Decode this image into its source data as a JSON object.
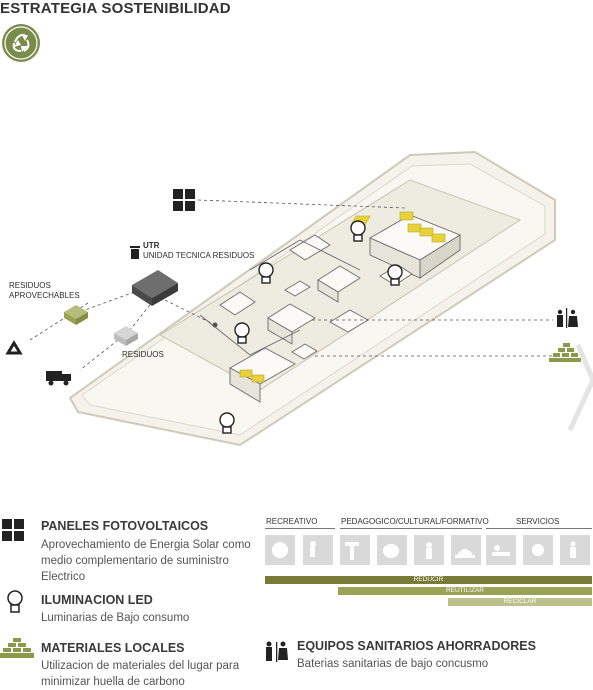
{
  "header": {
    "title": "ESTRATEGIA SOSTENIBILIDAD"
  },
  "diagram": {
    "utr_label": "UTR",
    "utr_sub": "UNIDAD TECNICA RESIDUOS",
    "residuos_aprov_1": "RESIDUOS",
    "residuos_aprov_2": "APROVECHABLES",
    "residuos": "RESIDUOS"
  },
  "legend": [
    {
      "title": "PANELES FOTOVOLTAICOS",
      "desc": [
        "Aprovechamiento de Energia Solar como",
        "medio complementario de suministro",
        "Electrico"
      ]
    },
    {
      "title": "ILUMINACION LED",
      "desc": [
        "Luminarias de Bajo consumo"
      ]
    },
    {
      "title": "MATERIALES LOCALES",
      "desc": [
        "Utilizacion de materiales del lugar para",
        "minimizar huella de carbono"
      ]
    },
    {
      "title": "EQUIPOS SANITARIOS AHORRADORES",
      "desc": [
        "Baterias sanitarias de bajo concusmo"
      ]
    }
  ],
  "categories": {
    "recreativo": "RECREATIVO",
    "pedagogico": "PEDAGOGICO/CULTURAL/FORMATIVO",
    "servicios": "SERVICIOS"
  },
  "bars": {
    "reducir": "REDUCIR",
    "reutilizar": "REUTILIZAR",
    "reciclar": "RECICLAR"
  },
  "colors": {
    "green_dark": "#7a7a38",
    "green_mid": "#9aa255",
    "green_light": "#b9c08a",
    "panel_yellow": "#e8d23a",
    "recycle_green": "#8a9a4a"
  },
  "icons": {
    "recycle_badge": "recycle-icon",
    "solar": "solar-panel-icon",
    "bulb": "lightbulb-icon",
    "bricks": "bricks-icon",
    "toilet": "restroom-icon",
    "trash": "trash-icon",
    "truck": "garbage-truck-icon"
  }
}
